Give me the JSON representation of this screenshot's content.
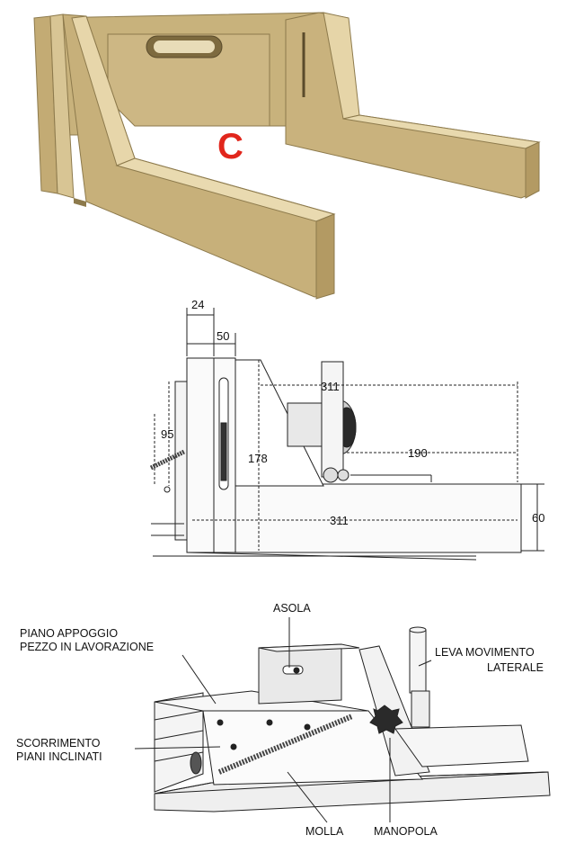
{
  "panel_a": {
    "letter": "C",
    "colors": {
      "wood_top": "#e6d5a8",
      "wood_face": "#c8b27c",
      "wood_edge": "#b39a63",
      "letter": "#e1261c"
    }
  },
  "panel_b": {
    "dims": {
      "d24": "24",
      "d50": "50",
      "d311_top": "311",
      "d95": "95",
      "d178": "178",
      "d190": "190",
      "d311_bottom": "311",
      "d60": "60"
    }
  },
  "panel_c": {
    "labels": {
      "asola": "ASOLA",
      "piano_line1": "PIANO APPOGGIO",
      "piano_line2": "PEZZO IN LAVORAZIONE",
      "leva_line1": "LEVA MOVIMENTO",
      "leva_line2": "LATERALE",
      "scorr_line1": "SCORRIMENTO",
      "scorr_line2": "PIANI INCLINATI",
      "molla": "MOLLA",
      "manopola": "MANOPOLA"
    }
  }
}
